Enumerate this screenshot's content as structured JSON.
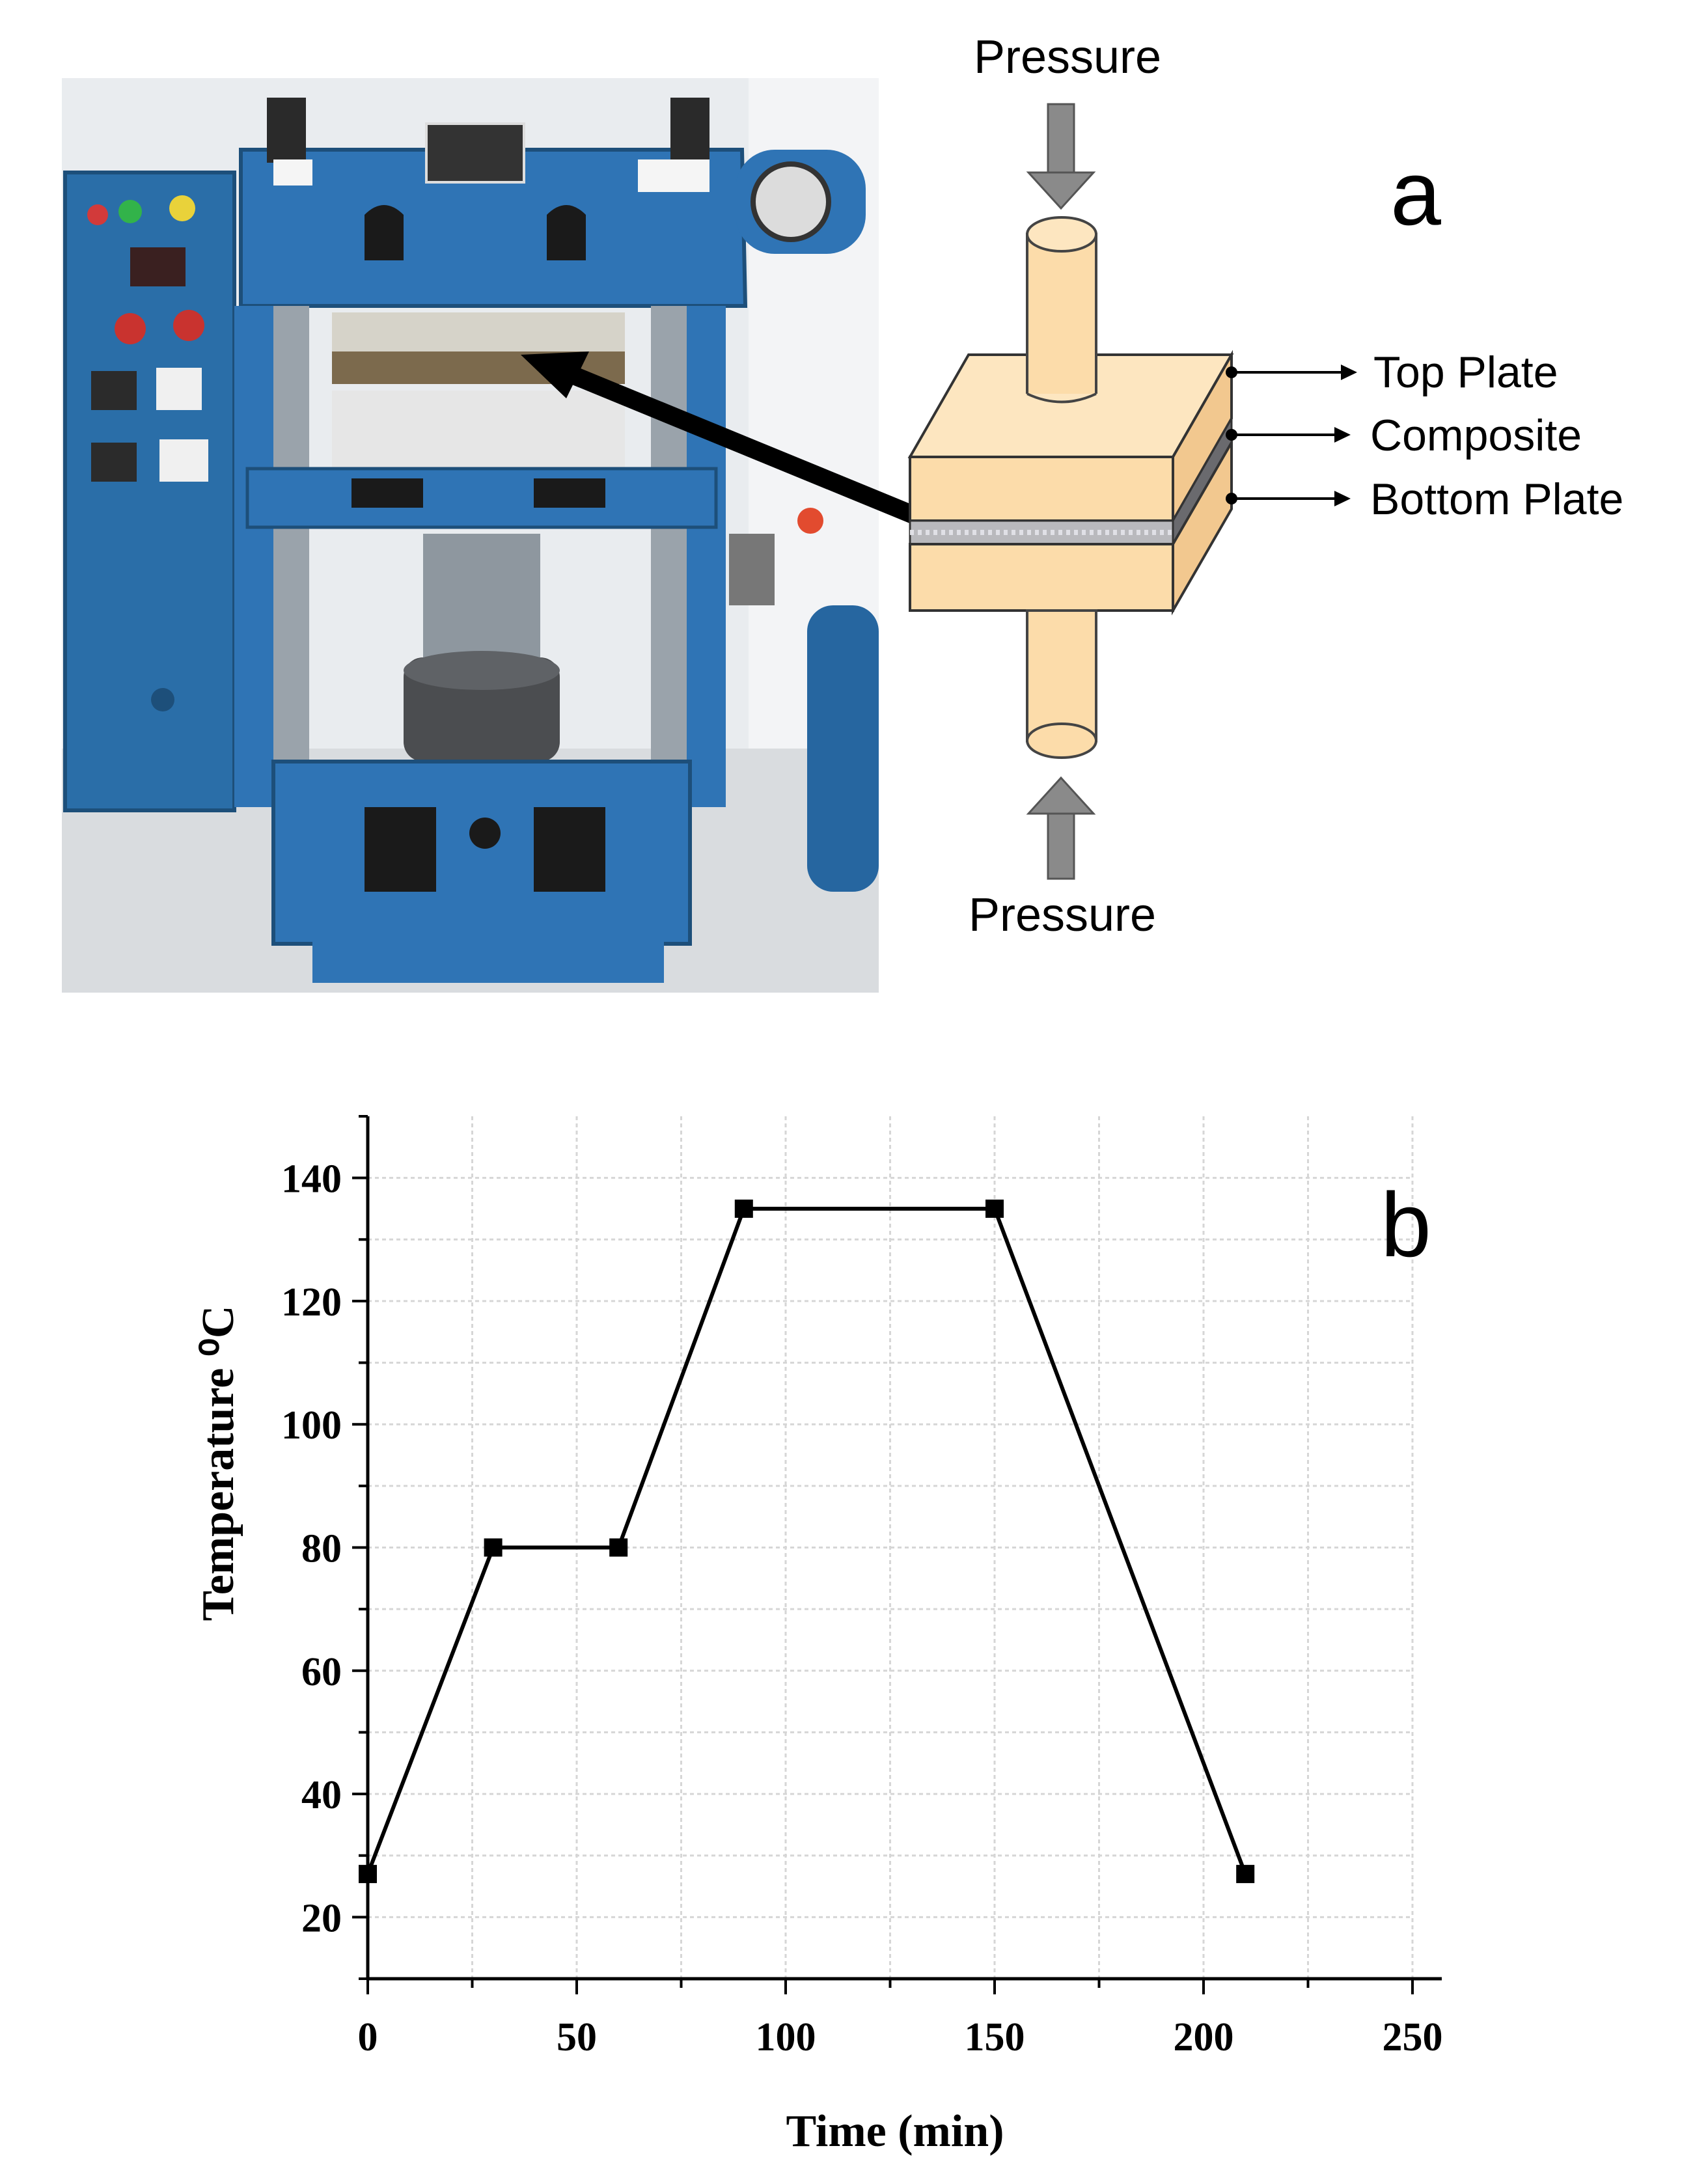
{
  "panel_a": {
    "letter": "a",
    "pressure_top": "Pressure",
    "pressure_bottom": "Pressure",
    "labels": [
      "Top Plate",
      "Composite",
      "Bottom Plate"
    ]
  },
  "panel_b": {
    "letter": "b"
  },
  "chart_data": {
    "type": "line",
    "title": "",
    "xlabel": "Time (min)",
    "ylabel": "Temperature ⁰C",
    "xlim": [
      0,
      250
    ],
    "ylim": [
      10,
      150
    ],
    "xticks": [
      0,
      50,
      100,
      150,
      200,
      250
    ],
    "yticks": [
      20,
      40,
      60,
      80,
      100,
      120,
      140
    ],
    "grid": true,
    "series": [
      {
        "x": [
          0,
          30,
          60,
          90,
          150,
          210
        ],
        "y": [
          27,
          80,
          80,
          135,
          135,
          27
        ]
      }
    ]
  },
  "colors": {
    "press_blue": "#2f74b5",
    "plate_fill": "#fcdcaa",
    "grid": "#d6d6d6",
    "arrow_gray": "#8a8a8a",
    "line": "#000000"
  }
}
